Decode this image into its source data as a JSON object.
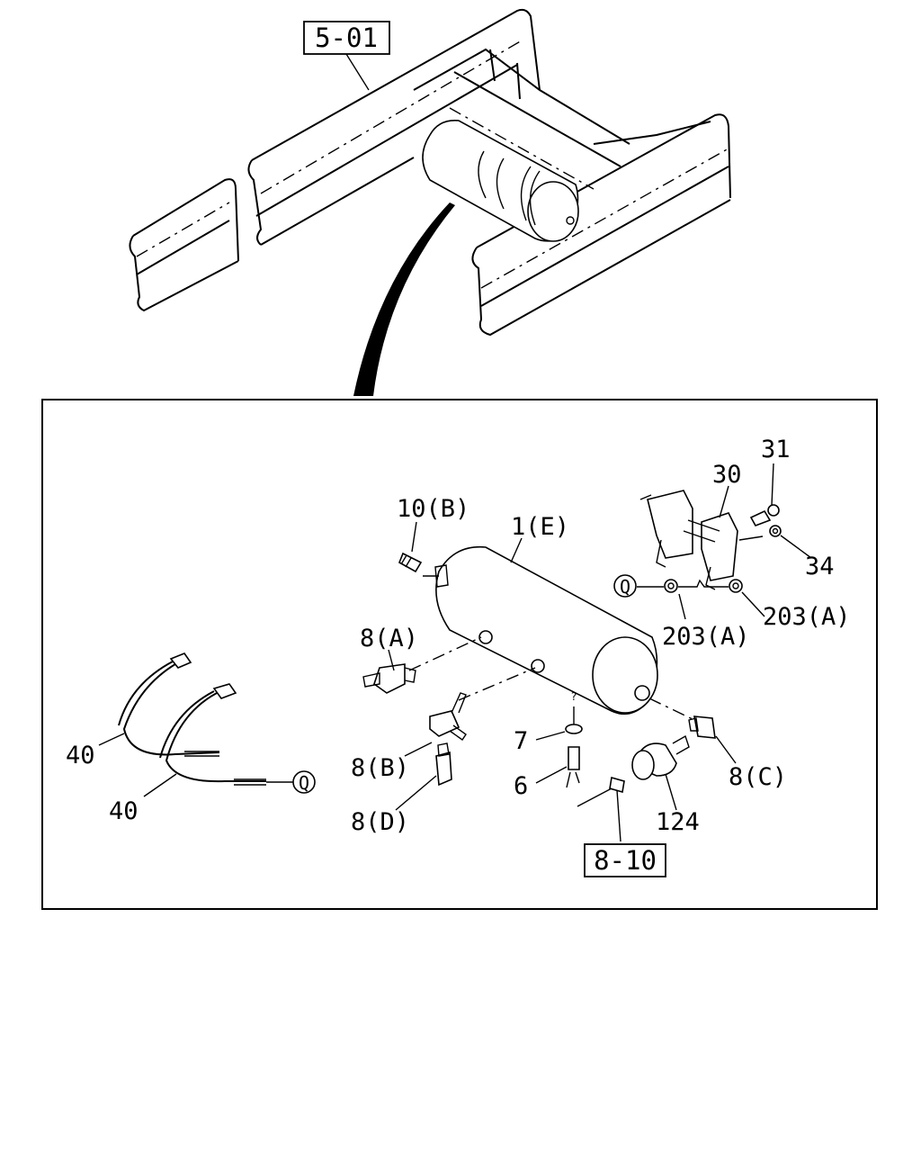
{
  "diagram": {
    "ref_boxes": [
      "5-01",
      "8-10"
    ],
    "callouts": {
      "c_1e": "1(E)",
      "c_10b": "10(B)",
      "c_8a": "8(A)",
      "c_8b": "8(B)",
      "c_8c": "8(C)",
      "c_8d": "8(D)",
      "c_7": "7",
      "c_6": "6",
      "c_124": "124",
      "c_30": "30",
      "c_31": "31",
      "c_34": "34",
      "c_203a_1": "203(A)",
      "c_203a_2": "203(A)",
      "c_40_1": "40",
      "c_40_2": "40"
    },
    "circle_markers": [
      "Q",
      "Q"
    ]
  }
}
